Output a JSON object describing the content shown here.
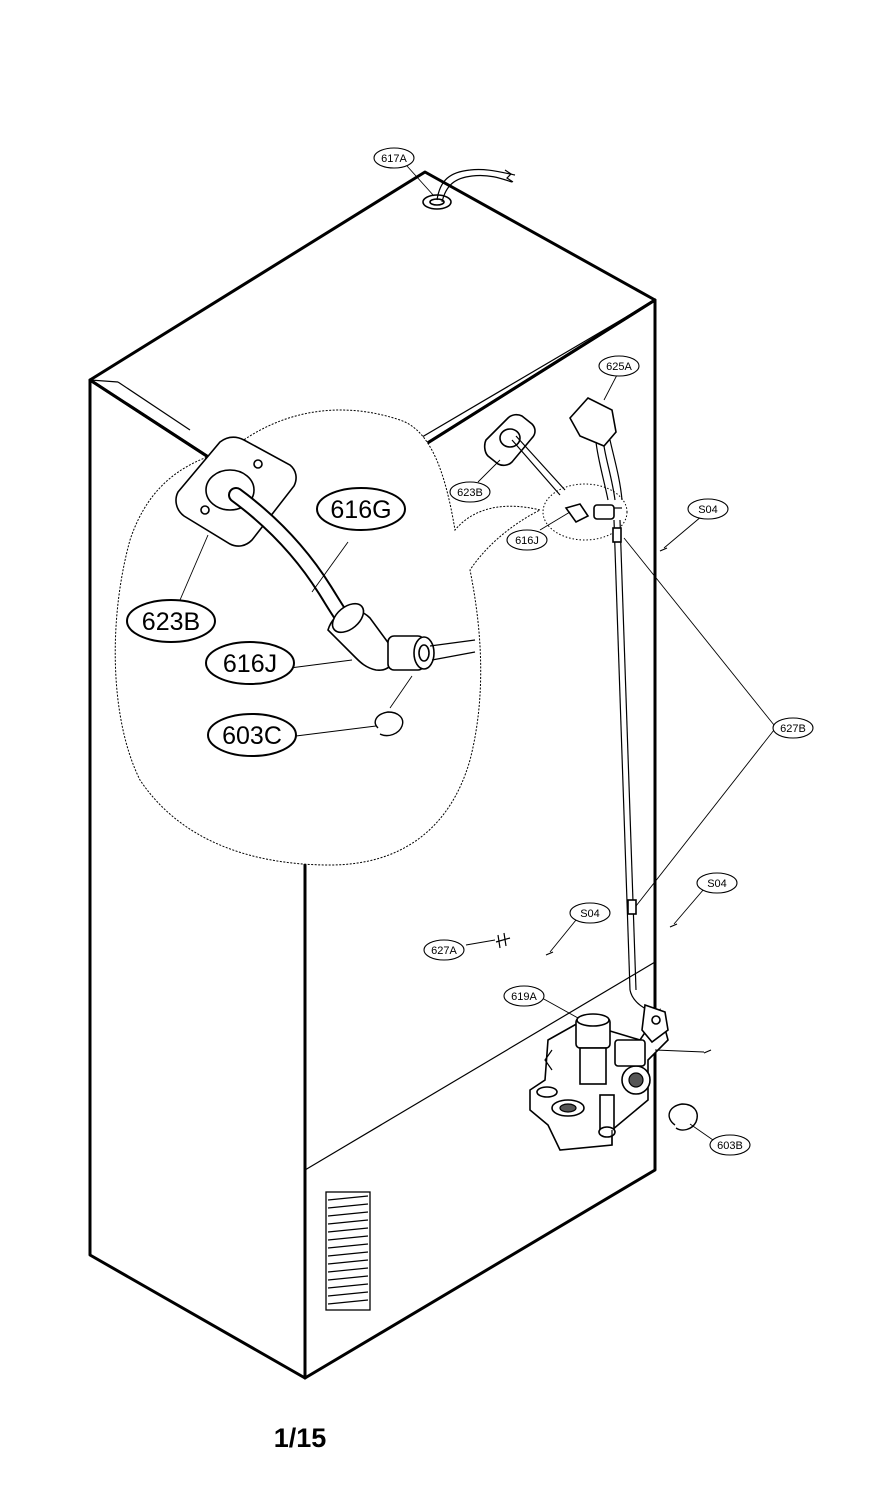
{
  "labels": {
    "l617A": "617A",
    "l625A": "625A",
    "l623B_small": "623B",
    "l616J_small": "616J",
    "lS04_top": "S04",
    "l627B": "627B",
    "lS04_mid": "S04",
    "lS04_low": "S04",
    "l627A": "627A",
    "l619A": "619A",
    "l603B": "603B",
    "l616G_big": "616G",
    "l623B_big": "623B",
    "l616J_big": "616J",
    "l603C_big": "603C"
  },
  "page_number": "1/15"
}
